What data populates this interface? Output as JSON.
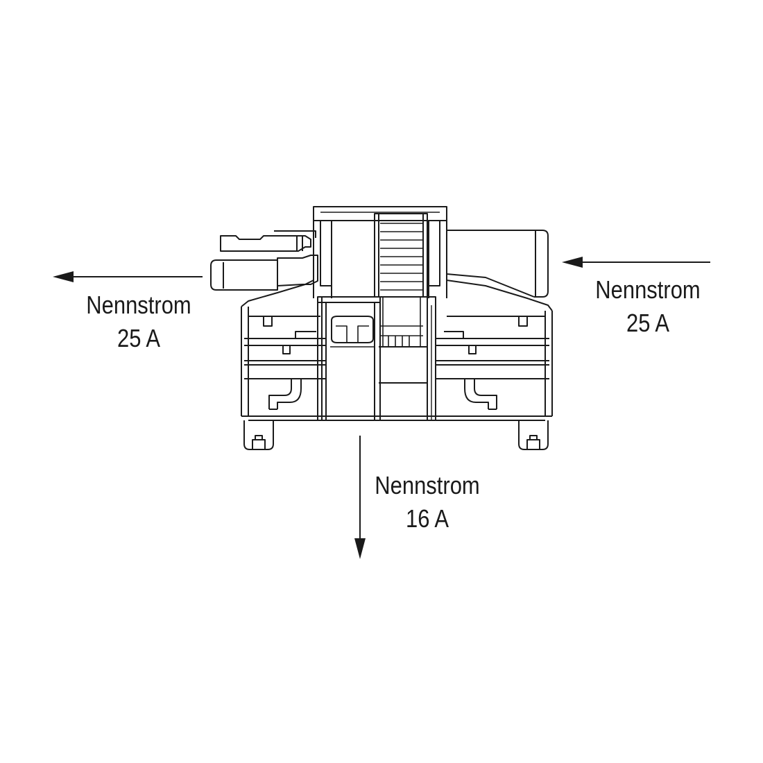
{
  "labels": {
    "left": {
      "line1": "Nennstrom",
      "line2": "25 A"
    },
    "right": {
      "line1": "Nennstrom",
      "line2": "25 A"
    },
    "bottom": {
      "line1": "Nennstrom",
      "line2": "16 A"
    }
  },
  "colors": {
    "line": "#1a1a1a",
    "background": "#ffffff"
  },
  "icons": [
    "arrow-left-icon",
    "arrow-right-icon",
    "arrow-down-icon"
  ]
}
